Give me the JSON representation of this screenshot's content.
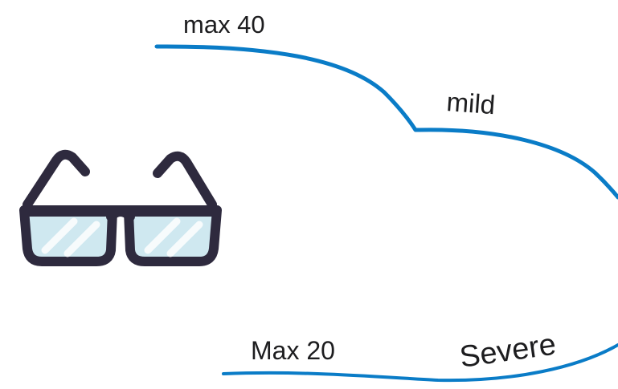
{
  "labels": {
    "top_limit": "max 40",
    "top_zone": "mild",
    "bottom_limit": "Max 20",
    "bottom_zone": "Severe"
  },
  "colors": {
    "curve": "#0a7cc7",
    "frame": "#2e2a3e",
    "lens": "#cfe8f0",
    "lens_highlight": "#ffffff",
    "text": "#1d1d1f"
  },
  "icons": [
    "eyeglasses-icon"
  ]
}
